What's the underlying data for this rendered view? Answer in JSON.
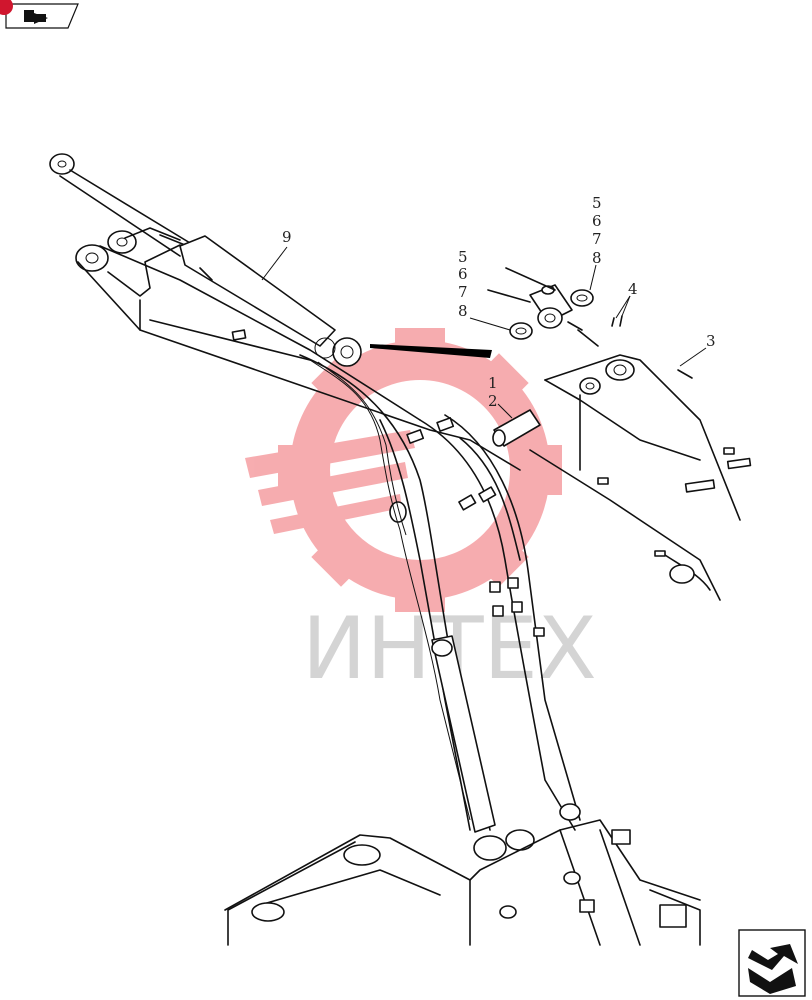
{
  "callouts": {
    "c9": "9",
    "c5a": "5",
    "c6a": "6",
    "c7a": "7",
    "c8a": "8",
    "c5b": "5",
    "c6b": "6",
    "c7b": "7",
    "c8b": "8",
    "c4": "4",
    "c3": "3",
    "c1": "1",
    "c2": "2"
  },
  "watermark": {
    "text": "ИНТЕХ",
    "color": "#e8474f"
  },
  "icons": {
    "top_left": "previous-page-arrow-icon",
    "bottom_right": "next-page-arrow-icon"
  },
  "colors": {
    "badge": "#d0162e",
    "line": "#111111"
  }
}
